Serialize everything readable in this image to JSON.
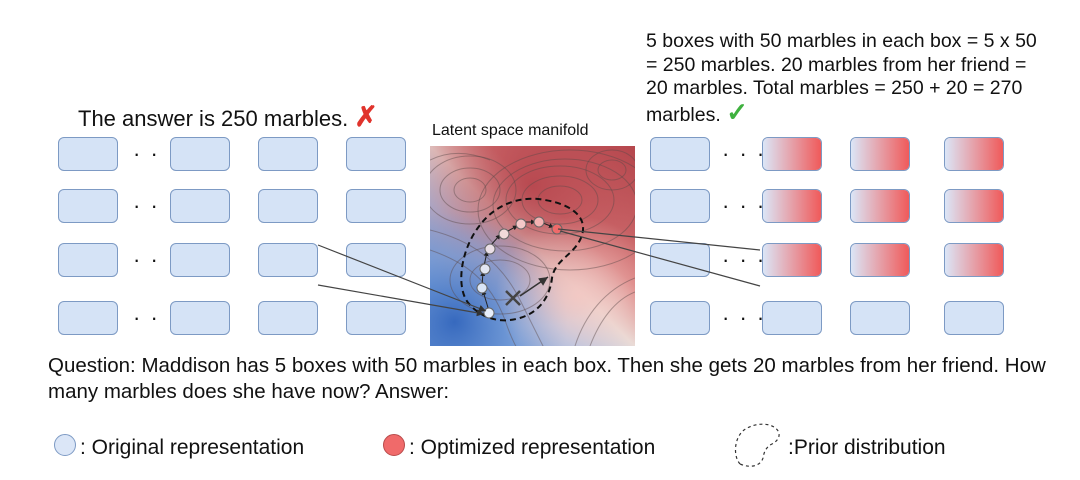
{
  "left_panel": {
    "answer_text": "The answer is 250 marbles.",
    "status_mark": "✗"
  },
  "center_panel": {
    "title": "Latent space manifold"
  },
  "right_panel": {
    "answer_text": "5 boxes with 50 marbles in each box = 5 x 50 = 250 marbles. 20 marbles from her friend = 20 marbles. Total marbles = 250 + 20 = 270 marbles.",
    "status_mark": "✓"
  },
  "ellipsis": "· · ·",
  "question_text": "Question: Maddison has 5 boxes with 50 marbles in each box. Then she gets 20 marbles from her friend. How many marbles does she have now? Answer:",
  "legend": {
    "original_label": ": Original representation",
    "optimized_label": ": Optimized representation",
    "prior_label": ":Prior distribution"
  },
  "colors": {
    "original": "#d5e3f6",
    "original_border": "#7d9ac4",
    "optimized": "#f06a6a",
    "cross_red": "#e0332c",
    "check_green": "#3fb13f"
  }
}
